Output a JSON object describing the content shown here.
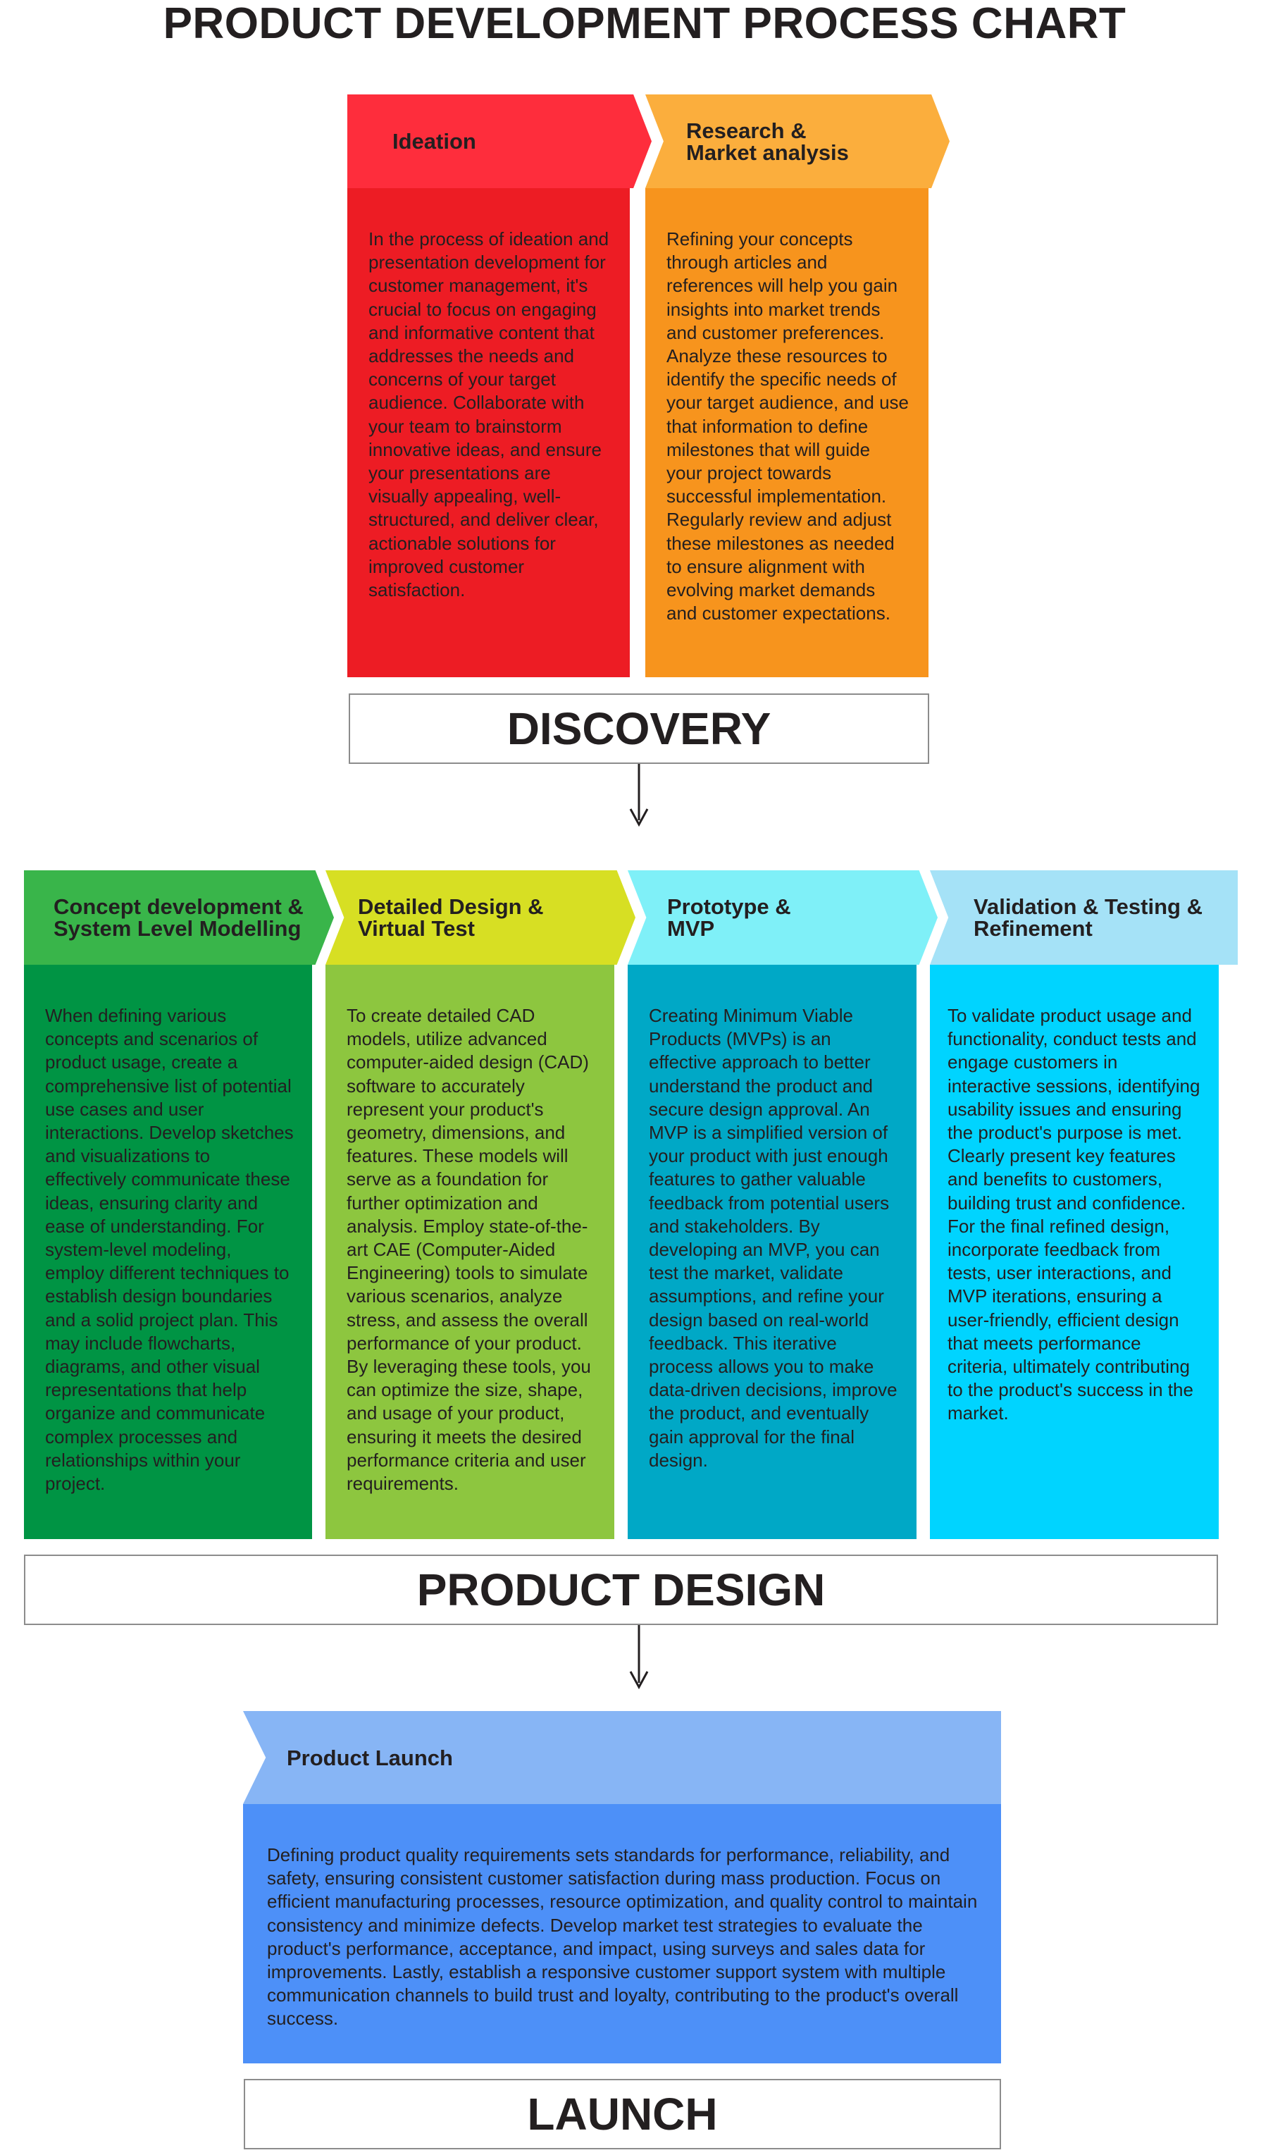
{
  "title": "PRODUCT DEVELOPMENT PROCESS CHART",
  "discovery": {
    "label": "DISCOVERY",
    "steps": [
      {
        "title_lines": [
          "Ideation"
        ],
        "text": "In the process of ideation and presentation development for customer management, it's crucial to focus on engaging and informative content that addresses the needs and concerns of your target audience. Collaborate with your team to brainstorm innovative ideas, and ensure your presentations are visually appealing, well-structured, and deliver clear, actionable solutions for improved customer satisfaction.",
        "head_color": "#fe2d3c",
        "body_color": "#ed1c24"
      },
      {
        "title_lines": [
          "Research &",
          "Market analysis"
        ],
        "text": "Refining your concepts through articles and references will help you gain insights into market trends and customer preferences. Analyze these resources to identify the specific needs of your target audience, and use that information to define milestones that will guide your project towards successful implementation. Regularly review and adjust these milestones as needed to ensure alignment with evolving market demands and customer expectations.",
        "head_color": "#fbae3d",
        "body_color": "#f7941d"
      }
    ]
  },
  "product_design": {
    "label": "PRODUCT DESIGN",
    "steps": [
      {
        "title_lines": [
          "Concept development &",
          "System Level Modelling"
        ],
        "text": "When defining various concepts and scenarios of product usage, create a comprehensive list of potential use cases and user interactions. Develop sketches and visualizations to effectively communicate these ideas, ensuring clarity and ease of understanding. For system-level modeling, employ different techniques to establish design boundaries and a solid project plan. This may include flowcharts, diagrams, and other visual representations that help organize and communicate complex processes and relationships within your project.",
        "head_color": "#39b54a",
        "body_color": "#009444"
      },
      {
        "title_lines": [
          "Detailed Design &",
          "Virtual Test"
        ],
        "text": "To create detailed CAD models, utilize advanced computer-aided design (CAD) software to accurately represent your product's geometry, dimensions, and features. These models will serve as a foundation for further optimization and analysis. Employ state-of-the-art CAE (Computer-Aided Engineering) tools to simulate various scenarios, analyze stress, and assess the overall performance of your product. By leveraging these tools, you can optimize the size, shape, and usage of your product, ensuring it meets the desired performance criteria and user requirements.",
        "head_color": "#d7df23",
        "body_color": "#8dc63f"
      },
      {
        "title_lines": [
          "Prototype &",
          "MVP"
        ],
        "text": "Creating Minimum Viable Products (MVPs) is an effective approach to better understand the product and secure design approval. An MVP is a simplified version of your product with just enough features to gather valuable feedback from potential users and stakeholders. By developing an MVP, you can test the market, validate assumptions, and refine your design based on real-world feedback. This iterative process allows you to make data-driven decisions, improve the product, and eventually gain approval for the final design.",
        "head_color": "#7ff0f8",
        "body_color": "#00a8c6"
      },
      {
        "title_lines": [
          "Validation & Testing &",
          "Refinement"
        ],
        "text": "To validate product usage and functionality, conduct tests and engage customers in interactive sessions, identifying usability issues and ensuring the product's purpose is met. Clearly present key features and benefits to customers, building trust and confidence. For the final refined design, incorporate feedback from tests, user interactions, and MVP iterations, ensuring a user-friendly, efficient design that meets performance criteria, ultimately contributing to the product's success in the market.",
        "head_color": "#a5e2f7",
        "body_color": "#00d4ff"
      }
    ]
  },
  "launch": {
    "label": "LAUNCH",
    "steps": [
      {
        "title_lines": [
          "Product Launch"
        ],
        "text": "Defining product quality requirements sets standards for performance, reliability, and safety, ensuring consistent customer satisfaction during mass production. Focus on efficient manufacturing processes, resource optimization, and quality control to maintain consistency and minimize defects. Develop market test strategies to evaluate the product's performance, acceptance, and impact, using surveys and sales data for improvements. Lastly, establish a responsive customer support system with multiple communication channels to build trust and loyalty, contributing to the product's overall success.",
        "head_color": "#87b5f5",
        "body_color": "#4d90f8"
      }
    ]
  }
}
